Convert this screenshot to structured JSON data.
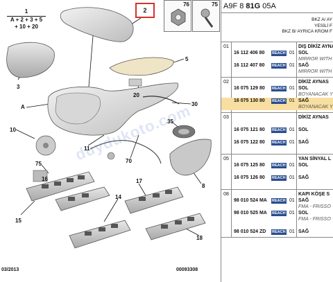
{
  "diagram": {
    "formula": {
      "top": "1",
      "expr1": "A + 2 + 3 + 5",
      "expr2": "+ 10 + 20"
    },
    "selected_label": "2",
    "labels": {
      "l3": "3",
      "lA": "A",
      "l5": "5",
      "l20": "20",
      "l30": "30",
      "l10": "10",
      "l35": "35",
      "l11": "11",
      "l70": "70",
      "l75": "75",
      "l15": "15",
      "l16": "16",
      "l8": "8",
      "l17": "17",
      "l14": "14",
      "l18": "18"
    },
    "thumbs": {
      "t76": "76",
      "t75": "75"
    },
    "footer_left": "03/2013",
    "footer_right": "00093308",
    "watermark": "duydukoto.com"
  },
  "catalog": {
    "header_prefix": "A9F 8",
    "header_bold": "81G",
    "header_suffix": "05A",
    "note_lines": [
      "BKZ A/ AY",
      "YESİLİ F",
      "BKZ B/ AYRICA KROM F"
    ],
    "groups": [
      {
        "num": "01",
        "rows": [
          {
            "part": "",
            "reach": false,
            "qty": "",
            "desc": "DIŞ DİKİZ AYNA",
            "sub": ""
          },
          {
            "part": "16 112 406 80",
            "reach": true,
            "qty": "01",
            "desc": "SOL",
            "sub": ""
          },
          {
            "part": "",
            "reach": false,
            "qty": "",
            "desc": "",
            "sub": "MIRROR WITH"
          },
          {
            "part": "16 112 407 80",
            "reach": true,
            "qty": "01",
            "desc": "SAĞ",
            "sub": ""
          },
          {
            "part": "",
            "reach": false,
            "qty": "",
            "desc": "",
            "sub": "MIRROR WITH"
          }
        ]
      },
      {
        "num": "02",
        "rows": [
          {
            "part": "",
            "reach": false,
            "qty": "",
            "desc": "DİKİZ AYNAS",
            "sub": ""
          },
          {
            "part": "16 075 129 80",
            "reach": true,
            "qty": "01",
            "desc": "SOL",
            "sub": ""
          },
          {
            "part": "",
            "reach": false,
            "qty": "",
            "desc": "",
            "sub": "BOYANACAK Y"
          },
          {
            "part": "16 075 130 80",
            "reach": true,
            "qty": "01",
            "desc": "SAĞ",
            "sub": "",
            "hl": true
          },
          {
            "part": "",
            "reach": false,
            "qty": "",
            "desc": "",
            "sub": "BOYANACAK Y",
            "hl": true
          }
        ]
      },
      {
        "num": "03",
        "rows": [
          {
            "part": "",
            "reach": false,
            "qty": "",
            "desc": "DİKİZ AYNAS",
            "sub": ""
          },
          {
            "part": "",
            "reach": false,
            "qty": "",
            "desc": "",
            "sub": ""
          },
          {
            "part": "16 075 121 80",
            "reach": true,
            "qty": "01",
            "desc": "SOL",
            "sub": ""
          },
          {
            "part": "",
            "reach": false,
            "qty": "",
            "desc": "",
            "sub": ""
          },
          {
            "part": "16 075 122 80",
            "reach": true,
            "qty": "01",
            "desc": "SAĞ",
            "sub": ""
          },
          {
            "part": "",
            "reach": false,
            "qty": "",
            "desc": "",
            "sub": ""
          }
        ]
      },
      {
        "num": "05",
        "rows": [
          {
            "part": "",
            "reach": false,
            "qty": "",
            "desc": "YAN SİNYAL L",
            "sub": ""
          },
          {
            "part": "16 075 125 80",
            "reach": true,
            "qty": "01",
            "desc": "SOL",
            "sub": ""
          },
          {
            "part": "",
            "reach": false,
            "qty": "",
            "desc": "",
            "sub": ""
          },
          {
            "part": "16 075 126 80",
            "reach": true,
            "qty": "01",
            "desc": "SAĞ",
            "sub": ""
          },
          {
            "part": "",
            "reach": false,
            "qty": "",
            "desc": "",
            "sub": ""
          }
        ]
      },
      {
        "num": "08",
        "rows": [
          {
            "part": "",
            "reach": false,
            "qty": "",
            "desc": "KAPI KÖŞE S",
            "sub": ""
          },
          {
            "part": "98 010 524 MA",
            "reach": true,
            "qty": "01",
            "desc": "SAĞ",
            "sub": ""
          },
          {
            "part": "",
            "reach": false,
            "qty": "",
            "desc": "",
            "sub": "FMA - FRISSO"
          },
          {
            "part": "98 010 525 MA",
            "reach": true,
            "qty": "01",
            "desc": "SOL",
            "sub": ""
          },
          {
            "part": "",
            "reach": false,
            "qty": "",
            "desc": "",
            "sub": "FMA - FRISSO"
          },
          {
            "part": "",
            "reach": false,
            "qty": "",
            "desc": "",
            "sub": ""
          },
          {
            "part": "98 010 524 ZD",
            "reach": true,
            "qty": "01",
            "desc": "SAĞ",
            "sub": ""
          }
        ]
      }
    ],
    "reach_label": "REACH"
  },
  "colors": {
    "highlight": "#f8dfa1",
    "reach": "#2a4d8f",
    "selection": "#d6302b"
  }
}
